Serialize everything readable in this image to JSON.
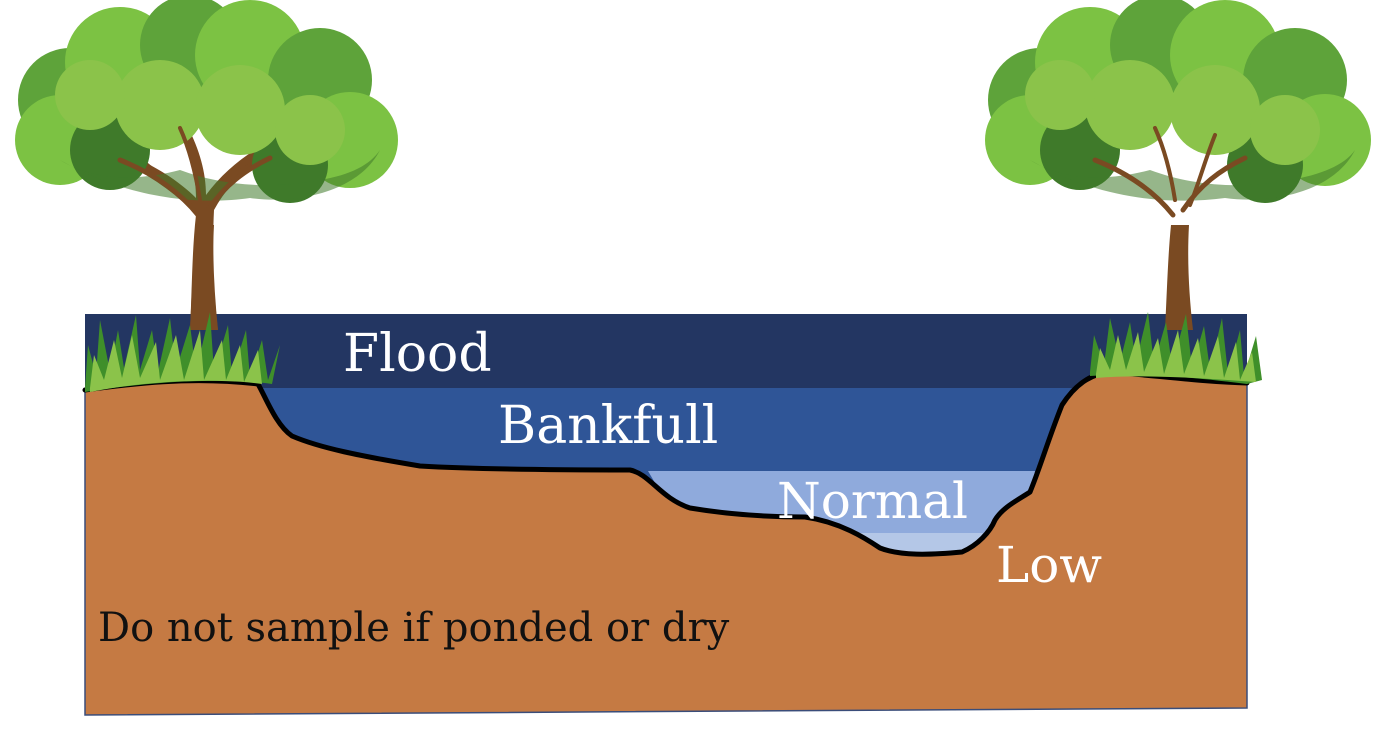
{
  "levels": {
    "flood": "Flood",
    "bankfull": "Bankfull",
    "normal": "Normal",
    "low": "Low"
  },
  "note": "Do not sample if ponded or dry",
  "colors": {
    "flood": "#233662",
    "bankfull": "#2f5597",
    "normal": "#8faadc",
    "low": "#b4c7e7",
    "soil": "#c57a43",
    "bank_line": "#000000",
    "grass_light": "#8bc34a",
    "grass_dark": "#3f8f2a",
    "foliage_light": "#7cc243",
    "foliage_mid": "#5ea33a",
    "foliage_dark": "#3f7a2a",
    "trunk": "#7a4a22",
    "text_light": "#ffffff",
    "text_dark": "#111111"
  },
  "icons": {
    "left_tree": "tree-icon",
    "right_tree": "tree-icon",
    "left_grass": "grass-tuft-icon",
    "right_grass": "grass-tuft-icon"
  }
}
